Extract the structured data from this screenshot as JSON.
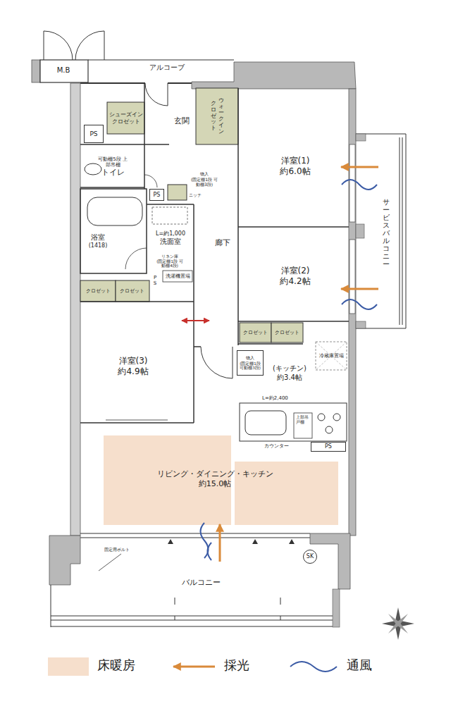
{
  "diagram": {
    "nodes": [
      {
        "text": [
          "M.B"
        ]
      },
      {
        "text": [
          "シューズイン クロゼット"
        ]
      },
      {
        "text": [
          "PS"
        ]
      },
      {
        "text": [
          "玄関"
        ]
      },
      {
        "text": [
          "ウォークイン",
          "クロゼット"
        ]
      },
      {
        "text": [
          "洋室(1)",
          "約6.0帖"
        ]
      },
      {
        "text": [
          "可動棚5段 上部吊棚",
          "トイレ"
        ]
      },
      {
        "text": [
          "物入",
          "(固定棚1段 可動棚3段)"
        ]
      },
      {
        "text": [
          "PS"
        ]
      },
      {
        "text": [
          "浴室",
          "(1418)"
        ]
      },
      {
        "text": [
          "L=約1,000",
          "洗面室"
        ]
      },
      {
        "text": [
          "リネン庫",
          "(固定棚1段 可動棚4段)"
        ]
      },
      {
        "text": [
          "洗濯機置場"
        ]
      },
      {
        "text": [
          "PS"
        ]
      },
      {
        "text": [
          "クロゼット"
        ]
      },
      {
        "text": [
          "クロゼット"
        ]
      },
      {
        "text": [
          "廊下"
        ]
      },
      {
        "text": [
          "洋室(2)",
          "約4.2帖"
        ]
      },
      {
        "text": [
          "クロゼット"
        ]
      },
      {
        "text": [
          "クロゼット"
        ]
      },
      {
        "text": [
          "洋室(3)",
          "約4.9帖"
        ]
      },
      {
        "text": [
          "物入",
          "(固定棚1段 可動棚3段)"
        ]
      },
      {
        "text": [
          "(キッチン)",
          "約3.4帖"
        ]
      },
      {
        "text": [
          "冷蔵庫置場"
        ]
      },
      {
        "text": [
          "PS"
        ]
      },
      {
        "text": [
          "リビング・ダイニング・キッチン",
          "約15.0帖"
        ]
      },
      {
        "text": [
          "SK"
        ]
      },
      {
        "text": [
          "バルコニー"
        ]
      },
      {
        "text": [
          "サービスバルコニー"
        ]
      }
    ],
    "edges": [
      {
        "from": 20,
        "to": 16,
        "arrow": "both"
      }
    ],
    "labels": [
      "アルコーブ",
      "ニッチ",
      "L=約2,400",
      "上部吊戸棚",
      "カウンター",
      "固定用ボルト"
    ],
    "legend": [
      {
        "text": "床暖房",
        "color": "#f6dfcc"
      },
      {
        "text": "採光"
      },
      {
        "text": "通風"
      }
    ]
  }
}
